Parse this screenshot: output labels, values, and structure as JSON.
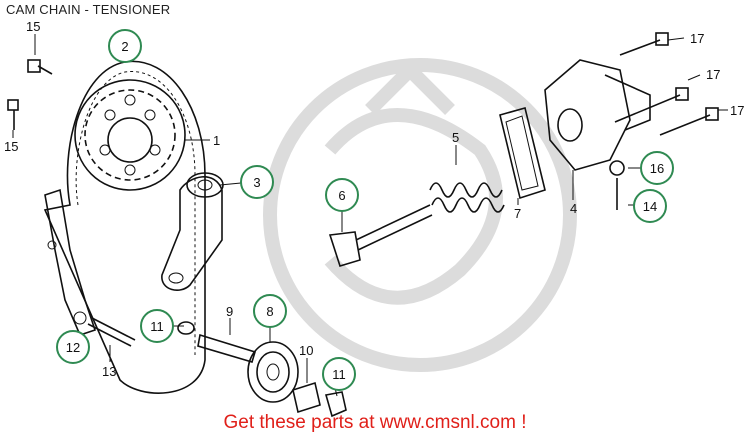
{
  "title": "CAM CHAIN - TENSIONER",
  "footer": "Get these parts at www.cmsnl.com !",
  "callouts": [
    {
      "id": "c1",
      "text": "1",
      "circled": false
    },
    {
      "id": "c2",
      "text": "2",
      "circled": true
    },
    {
      "id": "c3",
      "text": "3",
      "circled": true
    },
    {
      "id": "c4",
      "text": "4",
      "circled": false
    },
    {
      "id": "c5",
      "text": "5",
      "circled": false
    },
    {
      "id": "c6",
      "text": "6",
      "circled": true
    },
    {
      "id": "c7",
      "text": "7",
      "circled": false
    },
    {
      "id": "c8",
      "text": "8",
      "circled": true
    },
    {
      "id": "c9",
      "text": "9",
      "circled": false
    },
    {
      "id": "c10",
      "text": "10",
      "circled": false
    },
    {
      "id": "c11a",
      "text": "11",
      "circled": true
    },
    {
      "id": "c11b",
      "text": "11",
      "circled": true
    },
    {
      "id": "c12",
      "text": "12",
      "circled": true
    },
    {
      "id": "c13",
      "text": "13",
      "circled": false
    },
    {
      "id": "c14",
      "text": "14",
      "circled": true
    },
    {
      "id": "c15a",
      "text": "15",
      "circled": false
    },
    {
      "id": "c15b",
      "text": "15",
      "circled": false
    },
    {
      "id": "c16",
      "text": "16",
      "circled": true
    },
    {
      "id": "c17a",
      "text": "17",
      "circled": false
    },
    {
      "id": "c17b",
      "text": "17",
      "circled": false
    },
    {
      "id": "c17c",
      "text": "17",
      "circled": false
    }
  ],
  "colors": {
    "callout_ring": "#2f8a52",
    "footer_text": "#e0201a",
    "line_art": "#111111"
  }
}
